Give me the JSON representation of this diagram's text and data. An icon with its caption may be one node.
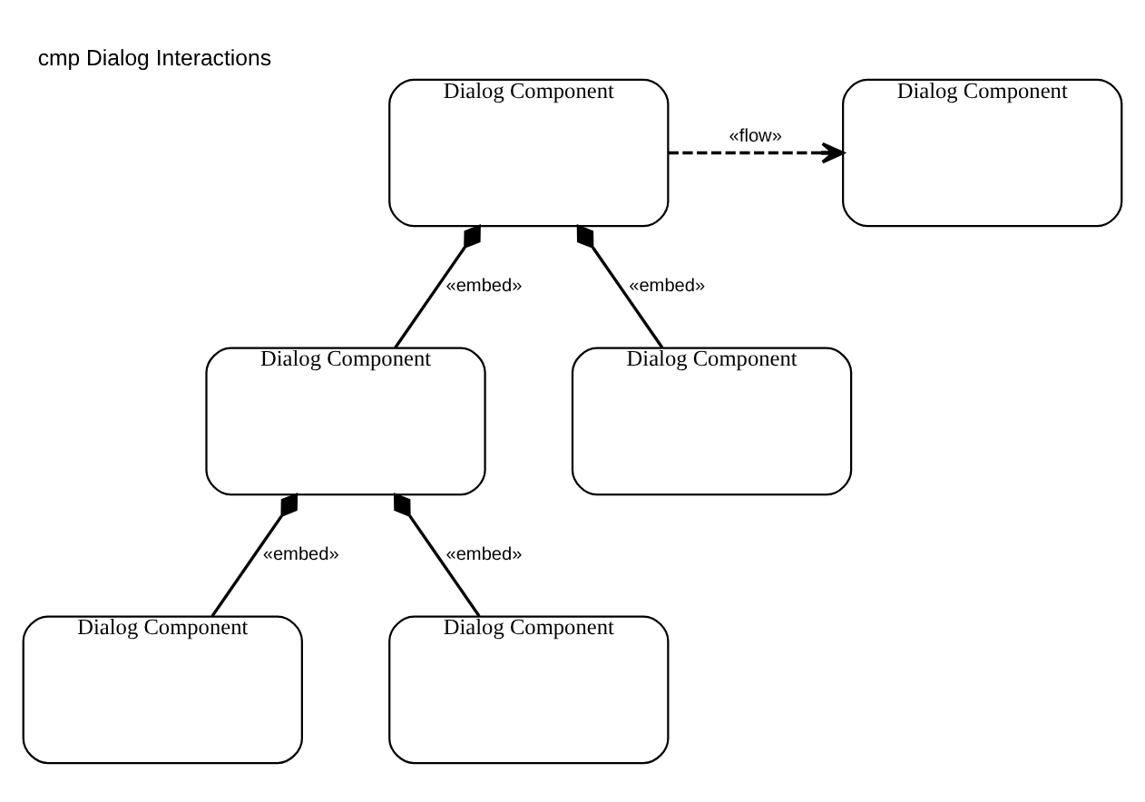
{
  "diagram": {
    "title": "cmp Dialog Interactions",
    "nodes": [
      {
        "text": [
          "Dialog Component"
        ]
      },
      {
        "text": [
          "Dialog Component"
        ]
      },
      {
        "text": [
          "Dialog Component"
        ]
      },
      {
        "text": [
          "Dialog Component"
        ]
      },
      {
        "text": [
          "Dialog Component"
        ]
      },
      {
        "text": [
          "Dialog Component"
        ]
      }
    ],
    "edges": [
      {
        "from": 0,
        "to": 1,
        "arrow": "to",
        "style": "dashed",
        "label": "«flow»"
      },
      {
        "from": 0,
        "to": 2,
        "arrow": "other",
        "label": "«embed»"
      },
      {
        "from": 0,
        "to": 3,
        "arrow": "other",
        "label": "«embed»"
      },
      {
        "from": 2,
        "to": 4,
        "arrow": "other",
        "label": "«embed»"
      },
      {
        "from": 2,
        "to": 5,
        "arrow": "other",
        "label": "«embed»"
      }
    ]
  }
}
